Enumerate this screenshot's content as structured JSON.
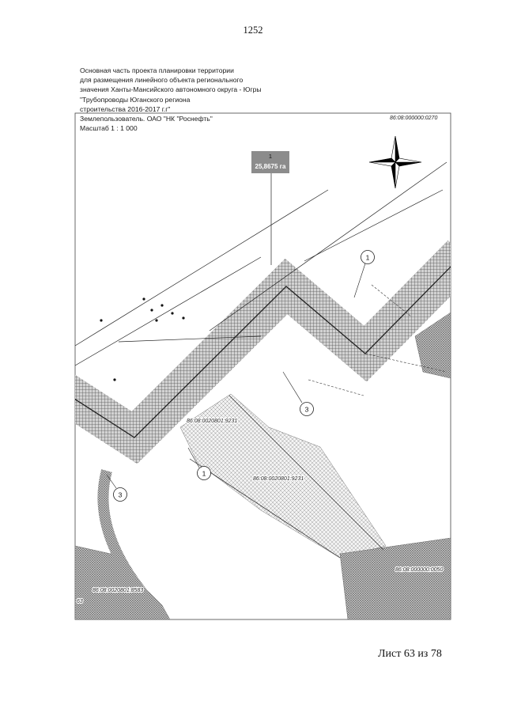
{
  "page_number": "1252",
  "header": {
    "lines": [
      "Основная часть проекта планировки территории",
      "для размещения линейного объекта регионального",
      "значения Ханты-Мансийского автономного округа - Югры",
      "\"Трубопроводы Юганского региона",
      "строительства 2016-2017 г.г\"",
      "Землепользователь. ОАО \"НК \"Роснефть\"",
      "Масштаб 1 : 1 000"
    ]
  },
  "map": {
    "area_label": {
      "number": "1",
      "area": "25,8675 га"
    },
    "cadastral_labels": [
      "86:08:000000:0270",
      "86:08:0020801:9231",
      "86:08:0020801:9231",
      "86:08:000000:0050",
      "86:08:0020801:8583"
    ],
    "edge_label": "63",
    "callouts": [
      "1",
      "3",
      "1",
      "3"
    ],
    "icons": [
      "compass-rose-icon"
    ],
    "colors": {
      "hatch_dark": "#555555",
      "hatch_fill": "#d0d0d0",
      "line": "#222222"
    }
  },
  "footer": {
    "sheet": "Лист 63 из 78"
  }
}
